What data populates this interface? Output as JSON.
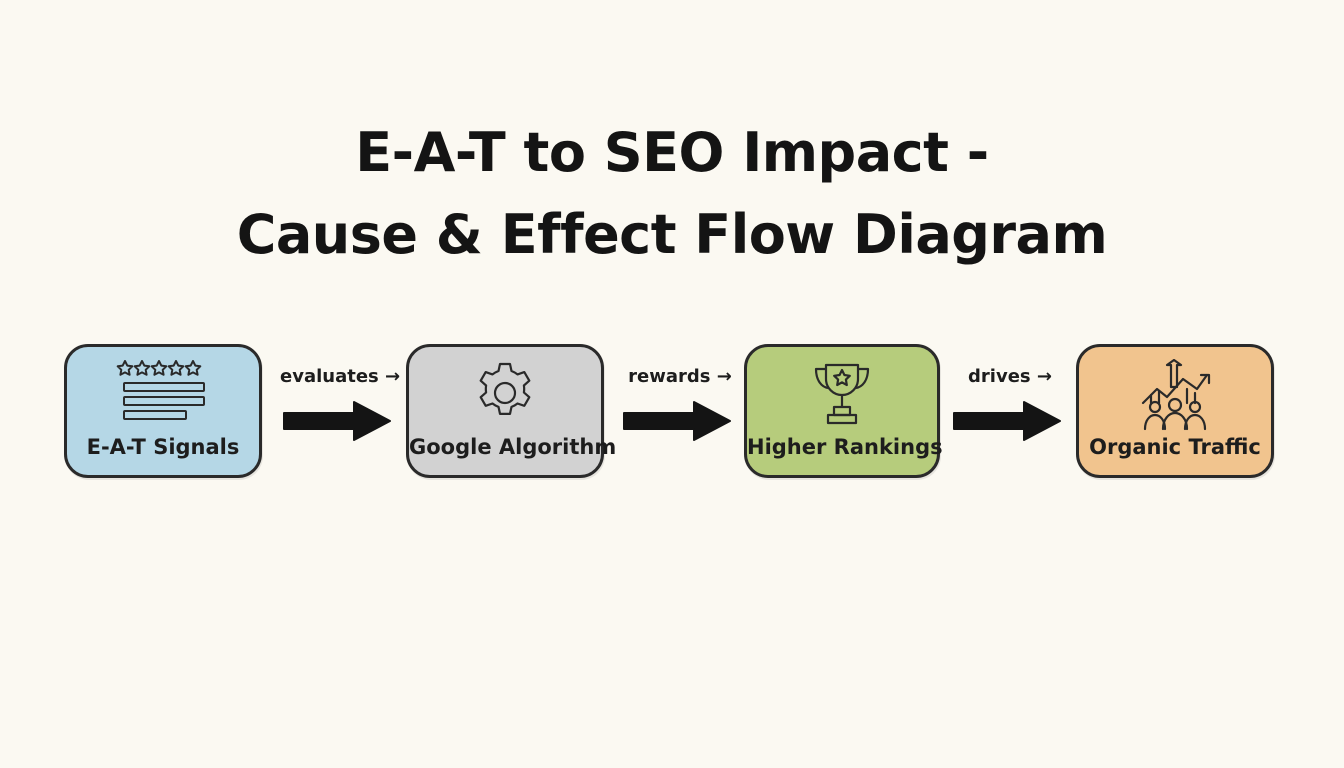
{
  "title": {
    "line1": "E-A-T to SEO Impact -",
    "line2": "Cause & Effect Flow Diagram"
  },
  "nodes": [
    {
      "label": "E-A-T Signals",
      "icon": "stars-list-icon",
      "color": "#b5d7e6"
    },
    {
      "label": "Google Algorithm",
      "icon": "gear-icon",
      "color": "#d2d2d2"
    },
    {
      "label": "Higher Rankings",
      "icon": "trophy-icon",
      "color": "#b6cc7c"
    },
    {
      "label": "Organic Traffic",
      "icon": "growth-people-icon",
      "color": "#f1c48e"
    }
  ],
  "connectors": [
    {
      "label": "evaluates →"
    },
    {
      "label": "rewards →"
    },
    {
      "label": "drives →"
    }
  ]
}
